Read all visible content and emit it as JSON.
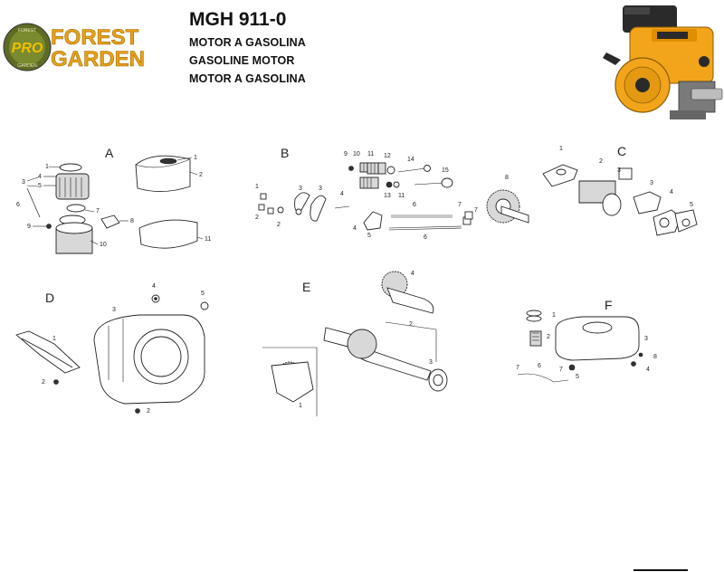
{
  "header": {
    "model": "MGH 911-0",
    "subtitle_es": "MOTOR A GASOLINA",
    "subtitle_en": "GASOLINE MOTOR",
    "subtitle_pt": "MOTOR A GASOLINA"
  },
  "logo": {
    "badge_text": "PRO",
    "ring_top": "FOREST",
    "ring_bottom": "GARDEN",
    "word1": "FOREST",
    "word2": "GARDEN",
    "colors": {
      "badge": "#6b7a2a",
      "badge_text": "#f0c000",
      "words": "#e8a21a"
    }
  },
  "sections": {
    "A": {
      "label": "A",
      "callouts": [
        "1",
        "2",
        "3",
        "4",
        "5",
        "6",
        "7",
        "8",
        "9",
        "10",
        "11"
      ]
    },
    "B": {
      "label": "B",
      "callouts": [
        "1",
        "2",
        "3",
        "4",
        "5",
        "6",
        "7",
        "8",
        "9",
        "10",
        "11",
        "12",
        "13",
        "14",
        "15"
      ]
    },
    "C": {
      "label": "C",
      "callouts": [
        "1",
        "2",
        "3",
        "4",
        "5"
      ]
    },
    "D": {
      "label": "D",
      "callouts": [
        "1",
        "2",
        "3",
        "4",
        "5"
      ]
    },
    "E": {
      "label": "E",
      "callouts": [
        "1",
        "2",
        "3",
        "4"
      ]
    },
    "F": {
      "label": "F",
      "callouts": [
        "1",
        "2",
        "3",
        "4",
        "5",
        "6",
        "7",
        "8"
      ]
    }
  },
  "colors": {
    "engine_body": "#f2a51a",
    "engine_dark": "#2a2a2a",
    "line": "#222222"
  }
}
